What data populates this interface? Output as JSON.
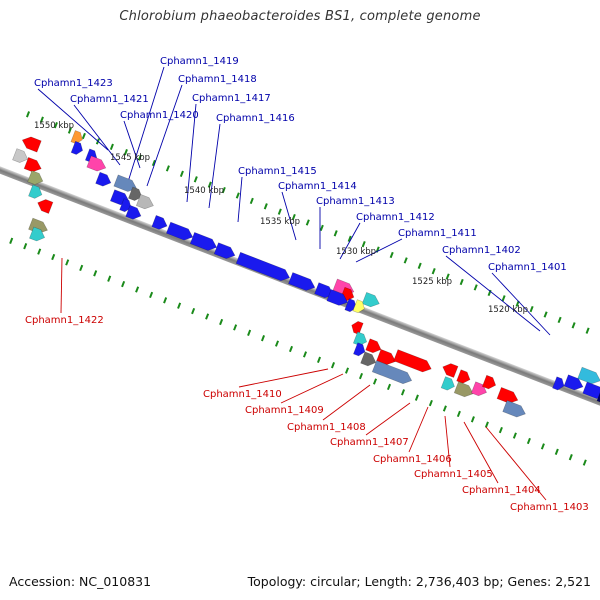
{
  "title": "Chlorobium phaeobacteroides BS1, complete genome",
  "footer": {
    "accession": "Accession: NC_010831",
    "summary": "Topology: circular; Length: 2,736,403 bp; Genes: 2,521"
  },
  "colors": {
    "upper_label": "#0000aa",
    "lower_label": "#cc0000",
    "tick": "#1a8a1a",
    "backbone": "#888888"
  },
  "scale_labels": [
    "1550 kbp",
    "1545 kbp",
    "1540 kbp",
    "1535 kbp",
    "1530 kbp",
    "1525 kbp",
    "1520 kbp"
  ],
  "upper_gene_labels": [
    "Cphamn1_1419",
    "Cphamn1_1418",
    "Cphamn1_1423",
    "Cphamn1_1417",
    "Cphamn1_1421",
    "Cphamn1_1420",
    "Cphamn1_1416",
    "Cphamn1_1415",
    "Cphamn1_1414",
    "Cphamn1_1413",
    "Cphamn1_1412",
    "Cphamn1_1411",
    "Cphamn1_1402",
    "Cphamn1_1401"
  ],
  "lower_gene_labels": [
    "Cphamn1_1422",
    "Cphamn1_1410",
    "Cphamn1_1409",
    "Cphamn1_1408",
    "Cphamn1_1407",
    "Cphamn1_1406",
    "Cphamn1_1405",
    "Cphamn1_1404",
    "Cphamn1_1403"
  ]
}
